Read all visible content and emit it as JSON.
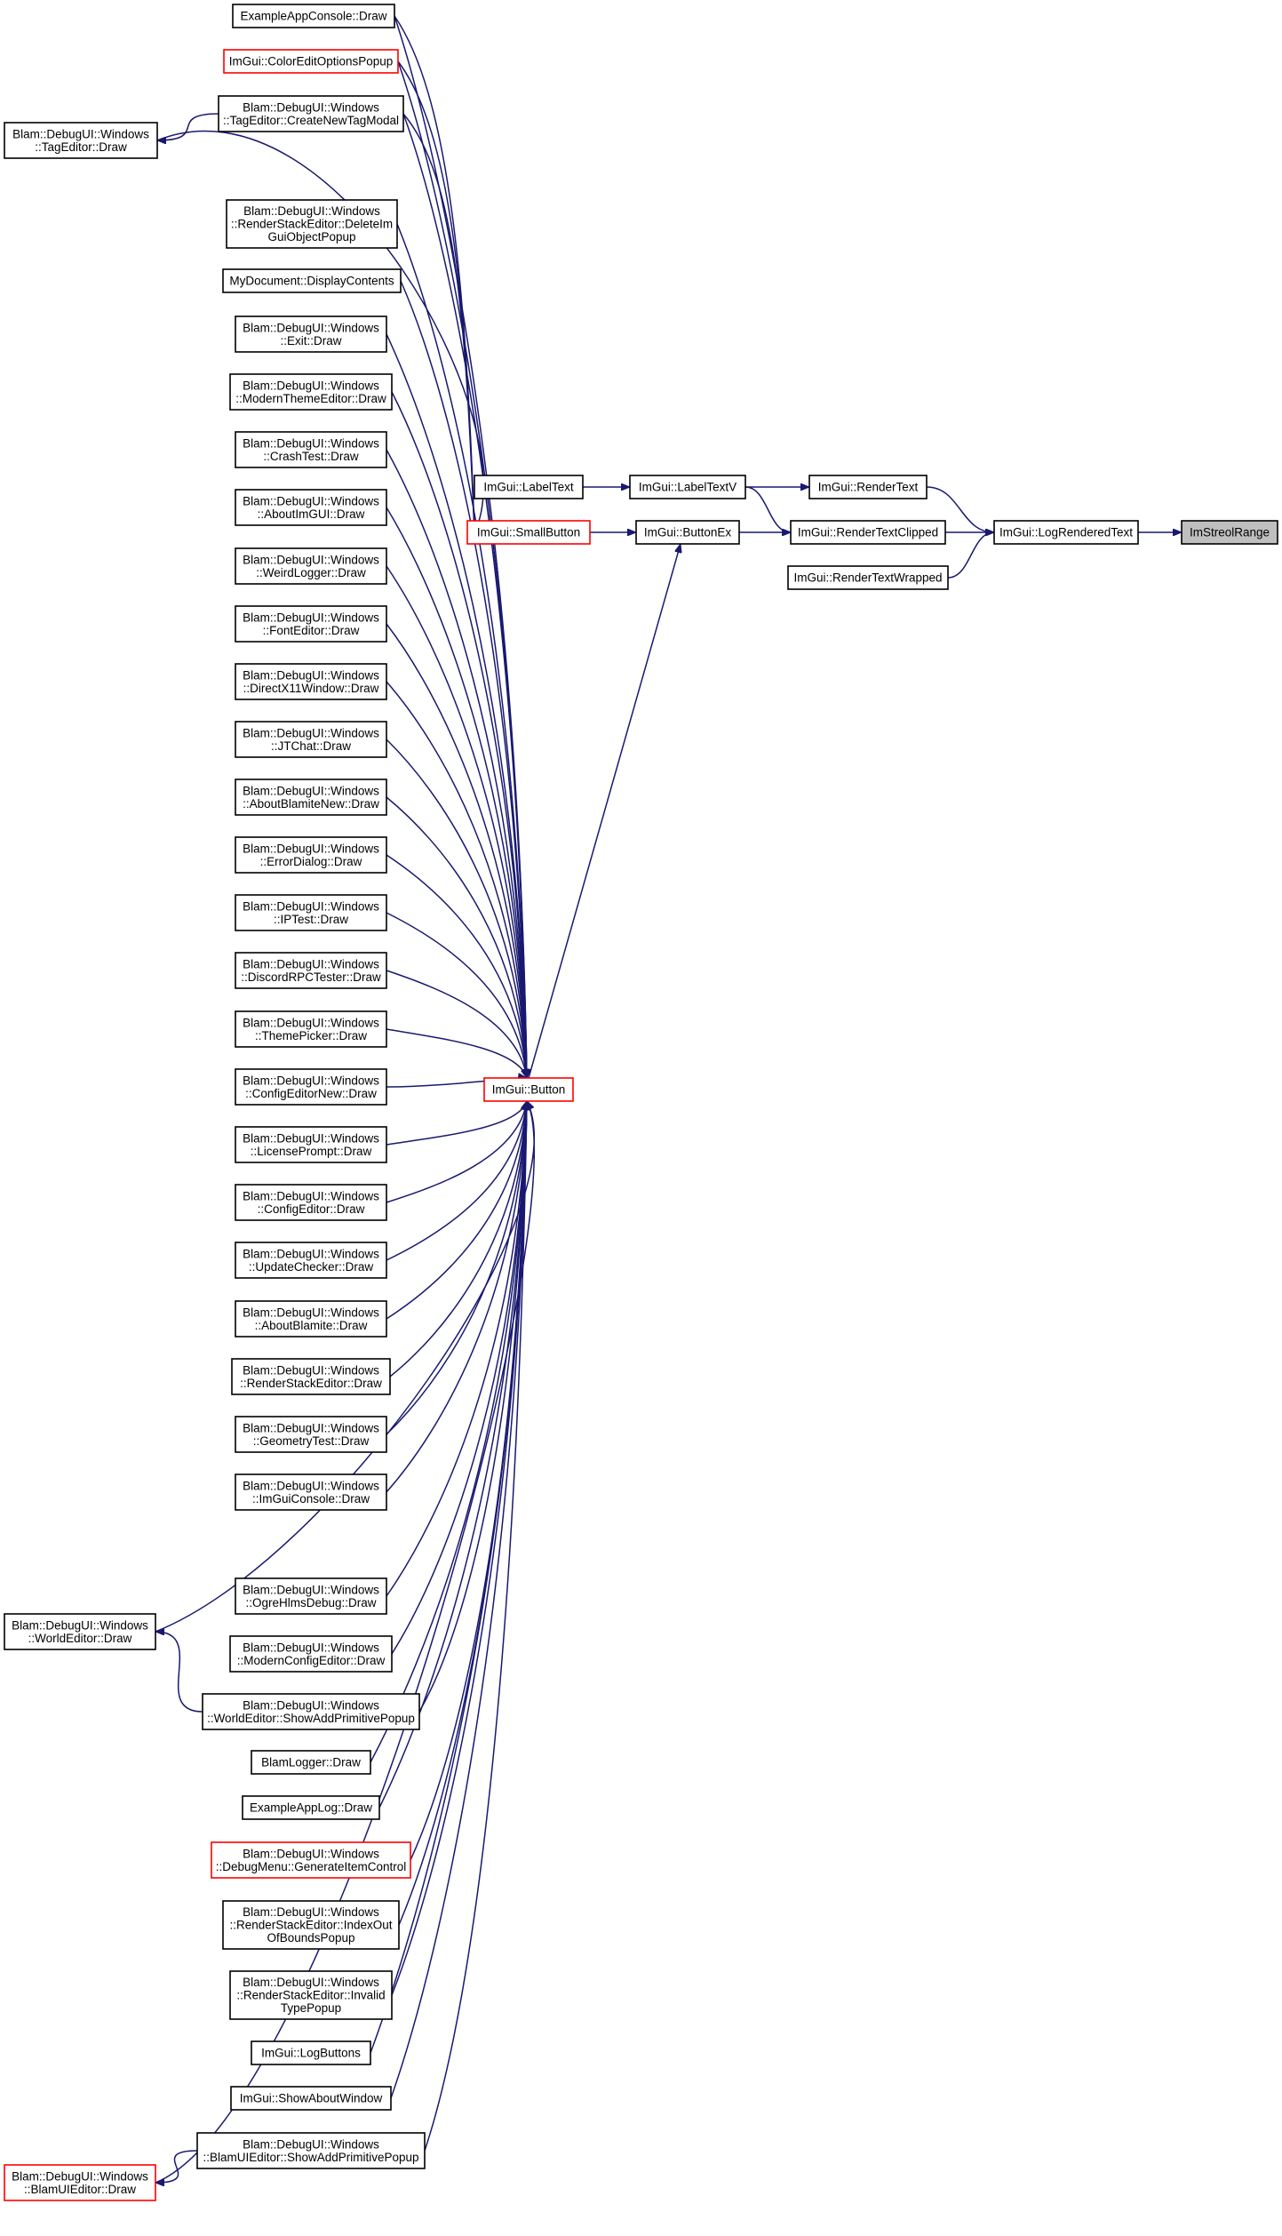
{
  "graph": {
    "title": "",
    "colors": {
      "edge": "#191970",
      "border_default": "#000000",
      "border_truncated": "#ff0000",
      "root_fill": "#bfbfbf"
    },
    "nodes": [
      {
        "id": "n_str",
        "lines": [
          "ImStreolRange"
        ],
        "style": "root"
      },
      {
        "id": "n_log",
        "lines": [
          "ImGui::LogRenderedText"
        ],
        "style": "normal"
      },
      {
        "id": "n_rt",
        "lines": [
          "ImGui::RenderText"
        ],
        "style": "normal"
      },
      {
        "id": "n_rtc",
        "lines": [
          "ImGui::RenderTextClipped"
        ],
        "style": "normal"
      },
      {
        "id": "n_rtw",
        "lines": [
          "ImGui::RenderTextWrapped"
        ],
        "style": "normal"
      },
      {
        "id": "n_ltv",
        "lines": [
          "ImGui::LabelTextV"
        ],
        "style": "normal"
      },
      {
        "id": "n_lt",
        "lines": [
          "ImGui::LabelText"
        ],
        "style": "normal"
      },
      {
        "id": "n_bex",
        "lines": [
          "ImGui::ButtonEx"
        ],
        "style": "normal"
      },
      {
        "id": "n_sb",
        "lines": [
          "ImGui::SmallButton"
        ],
        "style": "red"
      },
      {
        "id": "n_btn",
        "lines": [
          "ImGui::Button"
        ],
        "style": "red"
      },
      {
        "id": "n_eac",
        "lines": [
          "ExampleAppConsole::Draw"
        ],
        "style": "normal"
      },
      {
        "id": "n_ceop",
        "lines": [
          "ImGui::ColorEditOptionsPopup"
        ],
        "style": "red"
      },
      {
        "id": "n_cntm",
        "lines": [
          "Blam::DebugUI::Windows",
          "::TagEditor::CreateNewTagModal"
        ],
        "style": "normal"
      },
      {
        "id": "n_ted",
        "lines": [
          "Blam::DebugUI::Windows",
          "::TagEditor::Draw"
        ],
        "style": "normal"
      },
      {
        "id": "n_rsdel",
        "lines": [
          "Blam::DebugUI::Windows",
          "::RenderStackEditor::DeleteIm",
          "GuiObjectPopup"
        ],
        "style": "normal"
      },
      {
        "id": "n_mydoc",
        "lines": [
          "MyDocument::DisplayContents"
        ],
        "style": "normal"
      },
      {
        "id": "n_exit",
        "lines": [
          "Blam::DebugUI::Windows",
          "::Exit::Draw"
        ],
        "style": "normal"
      },
      {
        "id": "n_mte",
        "lines": [
          "Blam::DebugUI::Windows",
          "::ModernThemeEditor::Draw"
        ],
        "style": "normal"
      },
      {
        "id": "n_crash",
        "lines": [
          "Blam::DebugUI::Windows",
          "::CrashTest::Draw"
        ],
        "style": "normal"
      },
      {
        "id": "n_aboutimgui",
        "lines": [
          "Blam::DebugUI::Windows",
          "::AboutImGUI::Draw"
        ],
        "style": "normal"
      },
      {
        "id": "n_weird",
        "lines": [
          "Blam::DebugUI::Windows",
          "::WeirdLogger::Draw"
        ],
        "style": "normal"
      },
      {
        "id": "n_font",
        "lines": [
          "Blam::DebugUI::Windows",
          "::FontEditor::Draw"
        ],
        "style": "normal"
      },
      {
        "id": "n_dx11",
        "lines": [
          "Blam::DebugUI::Windows",
          "::DirectX11Window::Draw"
        ],
        "style": "normal"
      },
      {
        "id": "n_jt",
        "lines": [
          "Blam::DebugUI::Windows",
          "::JTChat::Draw"
        ],
        "style": "normal"
      },
      {
        "id": "n_abn",
        "lines": [
          "Blam::DebugUI::Windows",
          "::AboutBlamiteNew::Draw"
        ],
        "style": "normal"
      },
      {
        "id": "n_err",
        "lines": [
          "Blam::DebugUI::Windows",
          "::ErrorDialog::Draw"
        ],
        "style": "normal"
      },
      {
        "id": "n_ip",
        "lines": [
          "Blam::DebugUI::Windows",
          "::IPTest::Draw"
        ],
        "style": "normal"
      },
      {
        "id": "n_drpc",
        "lines": [
          "Blam::DebugUI::Windows",
          "::DiscordRPCTester::Draw"
        ],
        "style": "normal"
      },
      {
        "id": "n_tp",
        "lines": [
          "Blam::DebugUI::Windows",
          "::ThemePicker::Draw"
        ],
        "style": "normal"
      },
      {
        "id": "n_cen",
        "lines": [
          "Blam::DebugUI::Windows",
          "::ConfigEditorNew::Draw"
        ],
        "style": "normal"
      },
      {
        "id": "n_lp",
        "lines": [
          "Blam::DebugUI::Windows",
          "::LicensePrompt::Draw"
        ],
        "style": "normal"
      },
      {
        "id": "n_ce",
        "lines": [
          "Blam::DebugUI::Windows",
          "::ConfigEditor::Draw"
        ],
        "style": "normal"
      },
      {
        "id": "n_uc",
        "lines": [
          "Blam::DebugUI::Windows",
          "::UpdateChecker::Draw"
        ],
        "style": "normal"
      },
      {
        "id": "n_ab",
        "lines": [
          "Blam::DebugUI::Windows",
          "::AboutBlamite::Draw"
        ],
        "style": "normal"
      },
      {
        "id": "n_rse",
        "lines": [
          "Blam::DebugUI::Windows",
          "::RenderStackEditor::Draw"
        ],
        "style": "normal"
      },
      {
        "id": "n_geo",
        "lines": [
          "Blam::DebugUI::Windows",
          "::GeometryTest::Draw"
        ],
        "style": "normal"
      },
      {
        "id": "n_igc",
        "lines": [
          "Blam::DebugUI::Windows",
          "::ImGuiConsole::Draw"
        ],
        "style": "normal"
      },
      {
        "id": "n_wed",
        "lines": [
          "Blam::DebugUI::Windows",
          "::WorldEditor::Draw"
        ],
        "style": "normal"
      },
      {
        "id": "n_ogre",
        "lines": [
          "Blam::DebugUI::Windows",
          "::OgreHlmsDebug::Draw"
        ],
        "style": "normal"
      },
      {
        "id": "n_mce",
        "lines": [
          "Blam::DebugUI::Windows",
          "::ModernConfigEditor::Draw"
        ],
        "style": "normal"
      },
      {
        "id": "n_wsap",
        "lines": [
          "Blam::DebugUI::Windows",
          "::WorldEditor::ShowAddPrimitivePopup"
        ],
        "style": "normal"
      },
      {
        "id": "n_blog",
        "lines": [
          "BlamLogger::Draw"
        ],
        "style": "normal"
      },
      {
        "id": "n_eal",
        "lines": [
          "ExampleAppLog::Draw"
        ],
        "style": "normal"
      },
      {
        "id": "n_gic",
        "lines": [
          "Blam::DebugUI::Windows",
          "::DebugMenu::GenerateItemControl"
        ],
        "style": "red"
      },
      {
        "id": "n_ioob",
        "lines": [
          "Blam::DebugUI::Windows",
          "::RenderStackEditor::IndexOut",
          "OfBoundsPopup"
        ],
        "style": "normal"
      },
      {
        "id": "n_itp",
        "lines": [
          "Blam::DebugUI::Windows",
          "::RenderStackEditor::Invalid",
          "TypePopup"
        ],
        "style": "normal"
      },
      {
        "id": "n_logbtn",
        "lines": [
          "ImGui::LogButtons"
        ],
        "style": "normal"
      },
      {
        "id": "n_saw",
        "lines": [
          "ImGui::ShowAboutWindow"
        ],
        "style": "normal"
      },
      {
        "id": "n_bsap",
        "lines": [
          "Blam::DebugUI::Windows",
          "::BlamUIEditor::ShowAddPrimitivePopup"
        ],
        "style": "normal"
      },
      {
        "id": "n_bued",
        "lines": [
          "Blam::DebugUI::Windows",
          "::BlamUIEditor::Draw"
        ],
        "style": "red"
      }
    ]
  }
}
